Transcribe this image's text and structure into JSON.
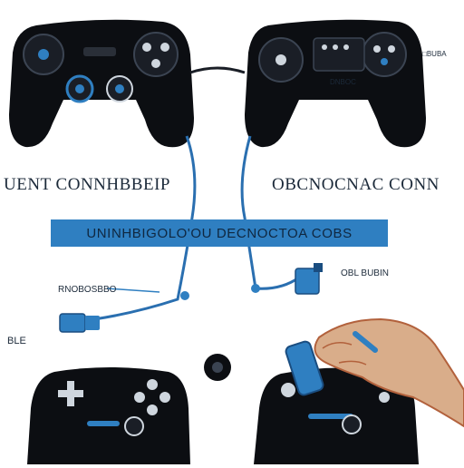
{
  "diagram": {
    "caption_left": "UENT CONNHBBEIP",
    "caption_right": "OBCNOCNAC CONN",
    "banner_text": "UNINHBIGOLO'OU DECNOCTOA COBS",
    "label_left_small": "RNOBOSBBO",
    "label_right_small": "OBL BUBIN",
    "label_left_bottom": "BLE",
    "label_top_panel": "DNBOC",
    "label_top_edge": "□BUBA"
  },
  "colors": {
    "controller_body": "#0c0e12",
    "accent_blue": "#2f7fc1",
    "cable_blue": "#2a6fb0",
    "skin": "#d9ad8a",
    "skin_outline": "#b2613c"
  },
  "icons": [
    "gamepad-icon",
    "usb-connector-icon",
    "hand-icon",
    "dpad-icon",
    "analog-stick-icon"
  ]
}
